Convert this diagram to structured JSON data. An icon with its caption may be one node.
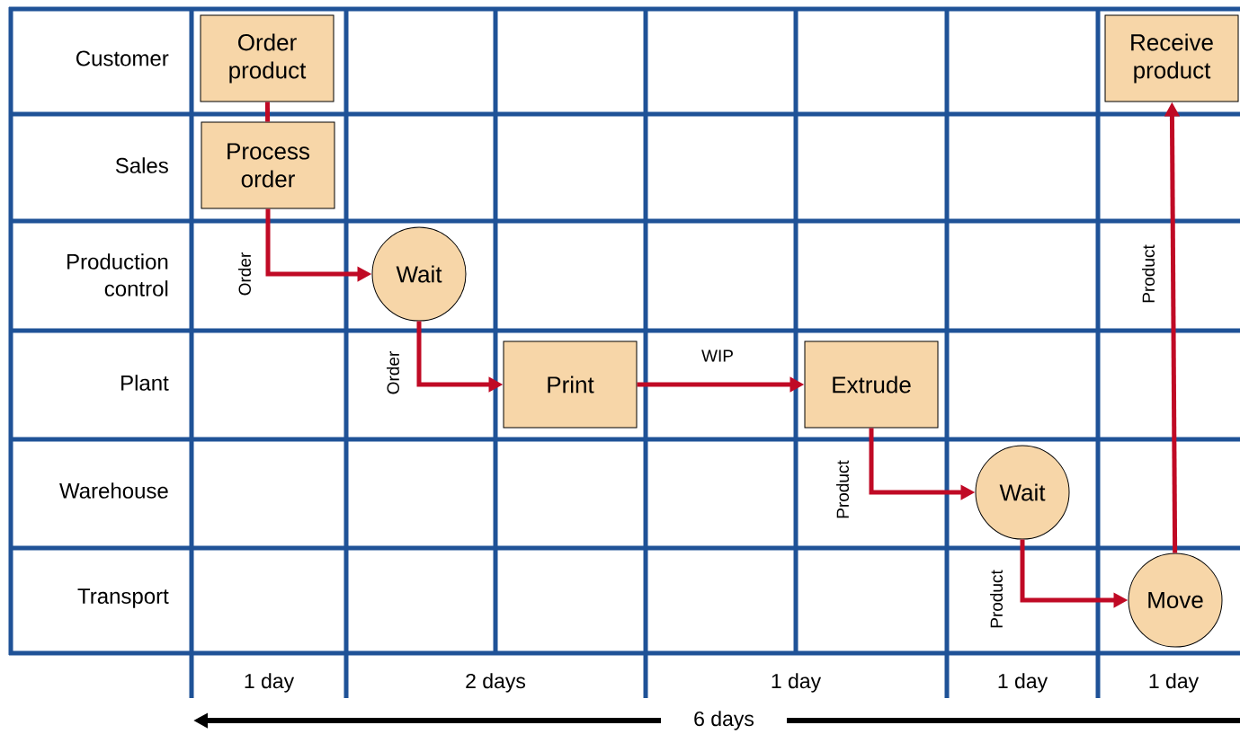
{
  "diagram": {
    "nodes": [
      {
        "text": [
          "Order product"
        ]
      },
      {
        "text": [
          "Process order"
        ]
      },
      {
        "text": [
          "Wait"
        ]
      },
      {
        "text": [
          "Print"
        ]
      },
      {
        "text": [
          "Extrude"
        ]
      },
      {
        "text": [
          "Wait"
        ]
      },
      {
        "text": [
          "Move"
        ]
      },
      {
        "text": [
          "Receive product"
        ]
      }
    ],
    "edges": [
      {
        "from": 0,
        "to": 1,
        "arrow": "none"
      },
      {
        "from": 1,
        "to": 2,
        "arrow": "to",
        "label": "Order"
      },
      {
        "from": 2,
        "to": 3,
        "arrow": "to",
        "label": "Order"
      },
      {
        "from": 3,
        "to": 4,
        "arrow": "to",
        "label": "WIP"
      },
      {
        "from": 4,
        "to": 5,
        "arrow": "to",
        "label": "Product"
      },
      {
        "from": 5,
        "to": 6,
        "arrow": "to",
        "label": "Product"
      },
      {
        "from": 6,
        "to": 7,
        "arrow": "to",
        "label": "Product"
      }
    ],
    "labels": [
      "Customer",
      "Sales",
      "Production control",
      "Plant",
      "Warehouse",
      "Transport",
      "1 day",
      "2 days",
      "1 day",
      "1 day",
      "1 day",
      "6 days"
    ]
  }
}
